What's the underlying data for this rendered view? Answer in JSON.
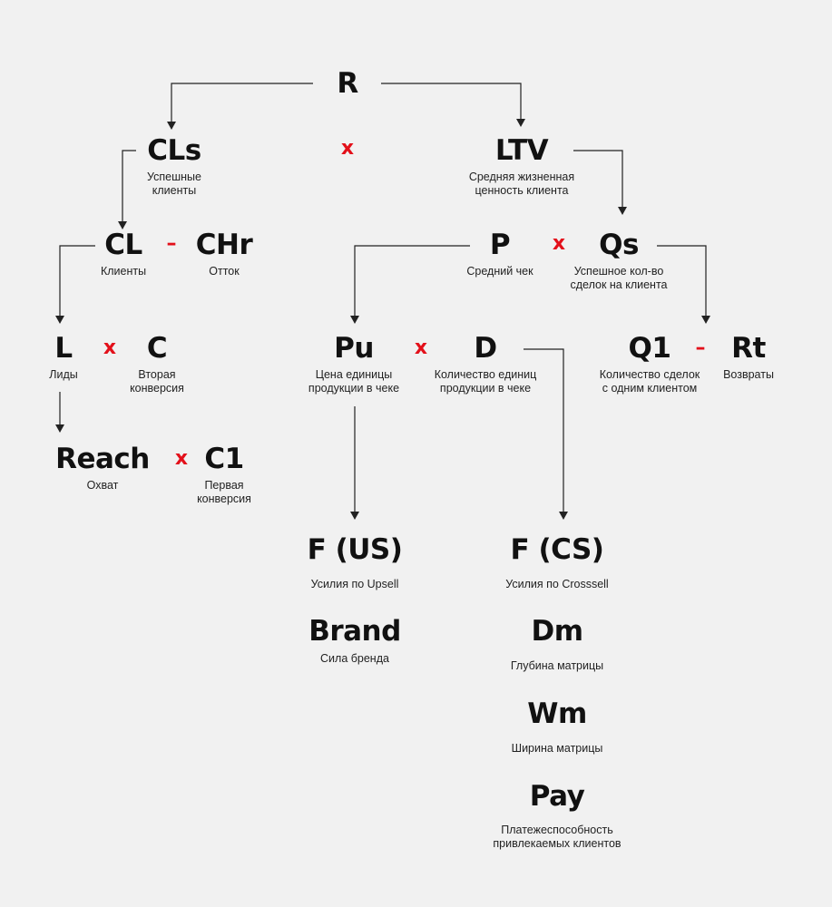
{
  "colors": {
    "background": "#f1f1f1",
    "text": "#111111",
    "operator": "#e3101a",
    "connector": "#222222"
  },
  "nodes": {
    "r": {
      "label": "R",
      "caption": ""
    },
    "cls": {
      "label": "CLs",
      "caption": "Успешные\nклиенты"
    },
    "ltv": {
      "label": "LTV",
      "caption": "Средняя жизненная\nценность клиента"
    },
    "cl": {
      "label": "CL",
      "caption": "Клиенты"
    },
    "chr": {
      "label": "CHr",
      "caption": "Отток"
    },
    "p": {
      "label": "P",
      "caption": "Средний чек"
    },
    "qs": {
      "label": "Qs",
      "caption": "Успешное кол-во\nсделок на клиента"
    },
    "l": {
      "label": "L",
      "caption": "Лиды"
    },
    "c": {
      "label": "C",
      "caption": "Вторая\nконверсия"
    },
    "pu": {
      "label": "Pu",
      "caption": "Цена единицы\nпродукции в чеке"
    },
    "d": {
      "label": "D",
      "caption": "Количество единиц\nпродукции в чеке"
    },
    "q1": {
      "label": "Q1",
      "caption": "Количество сделок\nс одним клиентом"
    },
    "rt": {
      "label": "Rt",
      "caption": "Возвраты"
    },
    "reach": {
      "label": "Reach",
      "caption": "Охват"
    },
    "c1": {
      "label": "C1",
      "caption": "Первая\nконверсия"
    },
    "fus": {
      "label": "F (US)",
      "caption": "Усилия по Upsell"
    },
    "brand": {
      "label": "Brand",
      "caption": "Сила бренда"
    },
    "fcs": {
      "label": "F (CS)",
      "caption": "Усилия по Crosssell"
    },
    "dm": {
      "label": "Dm",
      "caption": "Глубина матрицы"
    },
    "wm": {
      "label": "Wm",
      "caption": "Ширина матрицы"
    },
    "pay": {
      "label": "Pay",
      "caption": "Платежеспособность\nпривлекаемых клиентов"
    }
  },
  "operators": {
    "cls_ltv": "x",
    "cl_chr": "–",
    "p_qs": "x",
    "l_c": "x",
    "pu_d": "x",
    "q1_rt": "–",
    "reach_c1": "x"
  }
}
